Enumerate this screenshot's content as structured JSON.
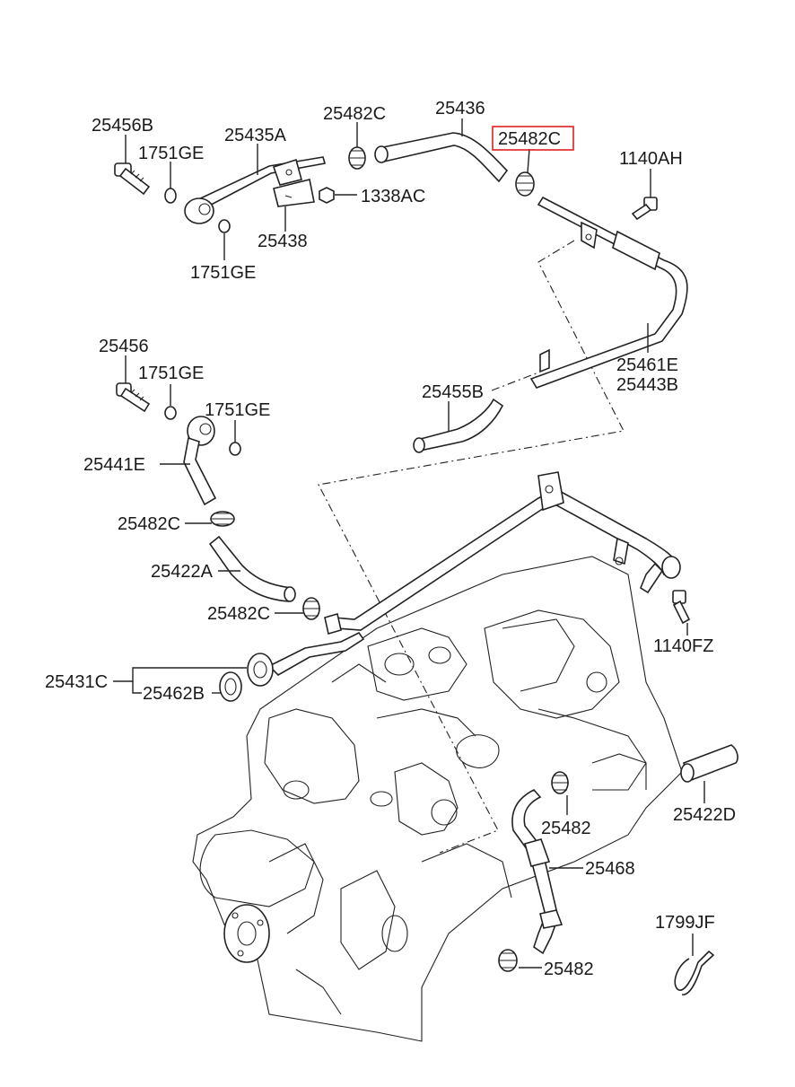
{
  "labels": {
    "p25456B": "25456B",
    "p1751GE_a": "1751GE",
    "p25435A": "25435A",
    "p1751GE_b": "1751GE",
    "p25438": "25438",
    "p1338AC": "1338AC",
    "p25482C_a": "25482C",
    "p25436": "25436",
    "p25482C_sel": "25482C",
    "p1140AH": "1140AH",
    "p25461E": "25461E",
    "p25443B": "25443B",
    "p25455B": "25455B",
    "p25456": "25456",
    "p1751GE_c": "1751GE",
    "p1751GE_d": "1751GE",
    "p25441E": "25441E",
    "p25482C_b": "25482C",
    "p25422A": "25422A",
    "p25482C_c": "25482C",
    "p25431C": "25431C",
    "p25462B": "25462B",
    "p1140FZ": "1140FZ",
    "p25422D": "25422D",
    "p25482_a": "25482",
    "p25468": "25468",
    "p1799JF": "1799JF",
    "p25482_b": "25482"
  },
  "highlight_color": "#e02020"
}
